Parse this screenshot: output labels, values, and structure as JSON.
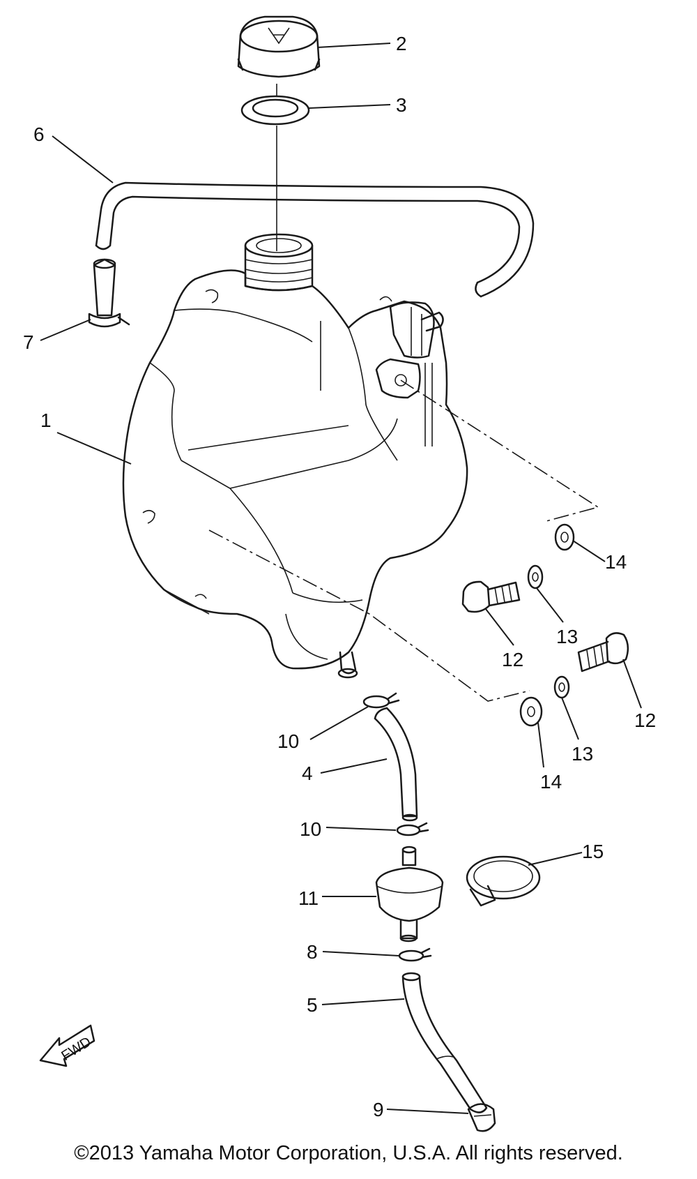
{
  "callouts": {
    "c1": "1",
    "c2": "2",
    "c3": "3",
    "c4": "4",
    "c5": "5",
    "c6": "6",
    "c7": "7",
    "c8": "8",
    "c9": "9",
    "c10a": "10",
    "c10b": "10",
    "c11": "11",
    "c12a": "12",
    "c12b": "12",
    "c13a": "13",
    "c13b": "13",
    "c14a": "14",
    "c14b": "14",
    "c15": "15"
  },
  "fwd_label": "FWD",
  "copyright": "©2013 Yamaha Motor Corporation, U.S.A. All rights reserved."
}
